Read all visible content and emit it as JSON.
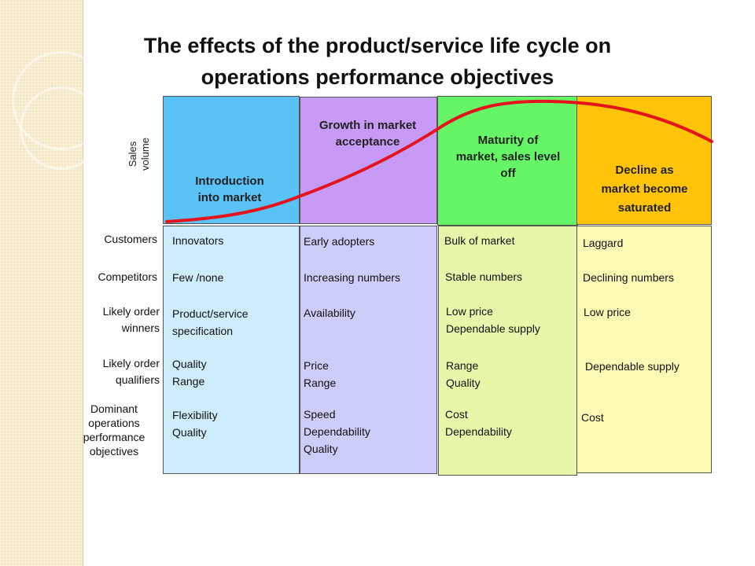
{
  "title": "The effects of the product/service life cycle on\noperations performance objectives",
  "y_axis_label": "Sales\nvolume",
  "stages": [
    {
      "heading": "Introduction\ninto market",
      "header_color": "#5bc2f5",
      "body_color": "#cfecfd",
      "cells": [
        "Innovators",
        "Few /none",
        "Product/service\nspecification",
        "Quality\nRange",
        "Flexibility\nQuality"
      ]
    },
    {
      "heading": "Growth in market\nacceptance",
      "header_color": "#c79bf5",
      "body_color": "#cdcdfa",
      "cells": [
        "Early adopters",
        "Increasing numbers",
        "Availability",
        "Price\nRange",
        "Speed\nDependability\nQuality"
      ]
    },
    {
      "heading": "Maturity of\nmarket, sales level\noff",
      "header_color": "#66f566",
      "body_color": "#e6f7a9",
      "cells": [
        "Bulk of market",
        "Stable numbers",
        "Low price\nDependable supply",
        "Range\nQuality",
        "Cost\nDependability"
      ]
    },
    {
      "heading": "Decline as\nmarket become\nsaturated",
      "header_color": "#ffc30a",
      "body_color": "#fafab5",
      "cells": [
        "Laggard",
        "Declining numbers",
        "Low price",
        "Dependable supply",
        "Cost"
      ]
    }
  ],
  "row_labels": [
    "Customers",
    "Competitors",
    "Likely order\nwinners",
    "Likely order\nqualifiers",
    "Dominant\noperations\nperformance\nobjectives"
  ],
  "curve_color": "#e3141b"
}
